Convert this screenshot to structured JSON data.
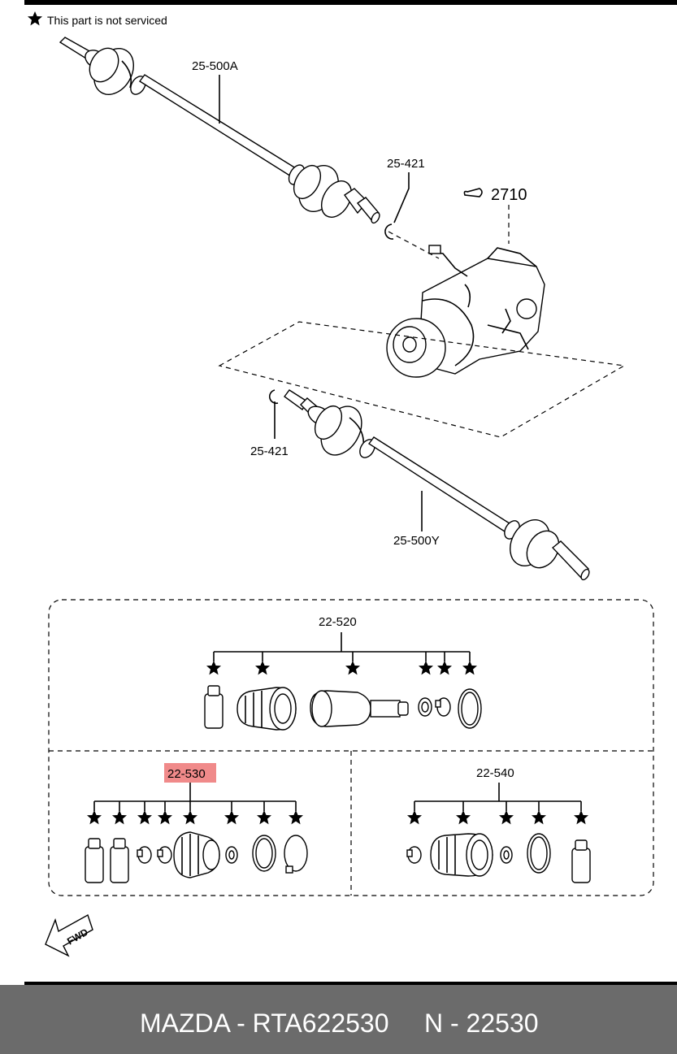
{
  "note": {
    "star": "★",
    "text": "This part is not serviced"
  },
  "labels": {
    "shaft_upper": "25-500A",
    "clip_upper": "25-421",
    "motor_unit": "2710",
    "clip_lower": "25-421",
    "shaft_lower": "25-500Y",
    "kit_outer": "22-520",
    "kit_inner_left": "22-530",
    "kit_inner_right": "22-540"
  },
  "fwd_label": "FWD",
  "highlight_color": "#f08a8a",
  "footer": {
    "left": "MAZDA - RTA622530",
    "right": "N - 22530",
    "background": "#6b6b6b"
  }
}
